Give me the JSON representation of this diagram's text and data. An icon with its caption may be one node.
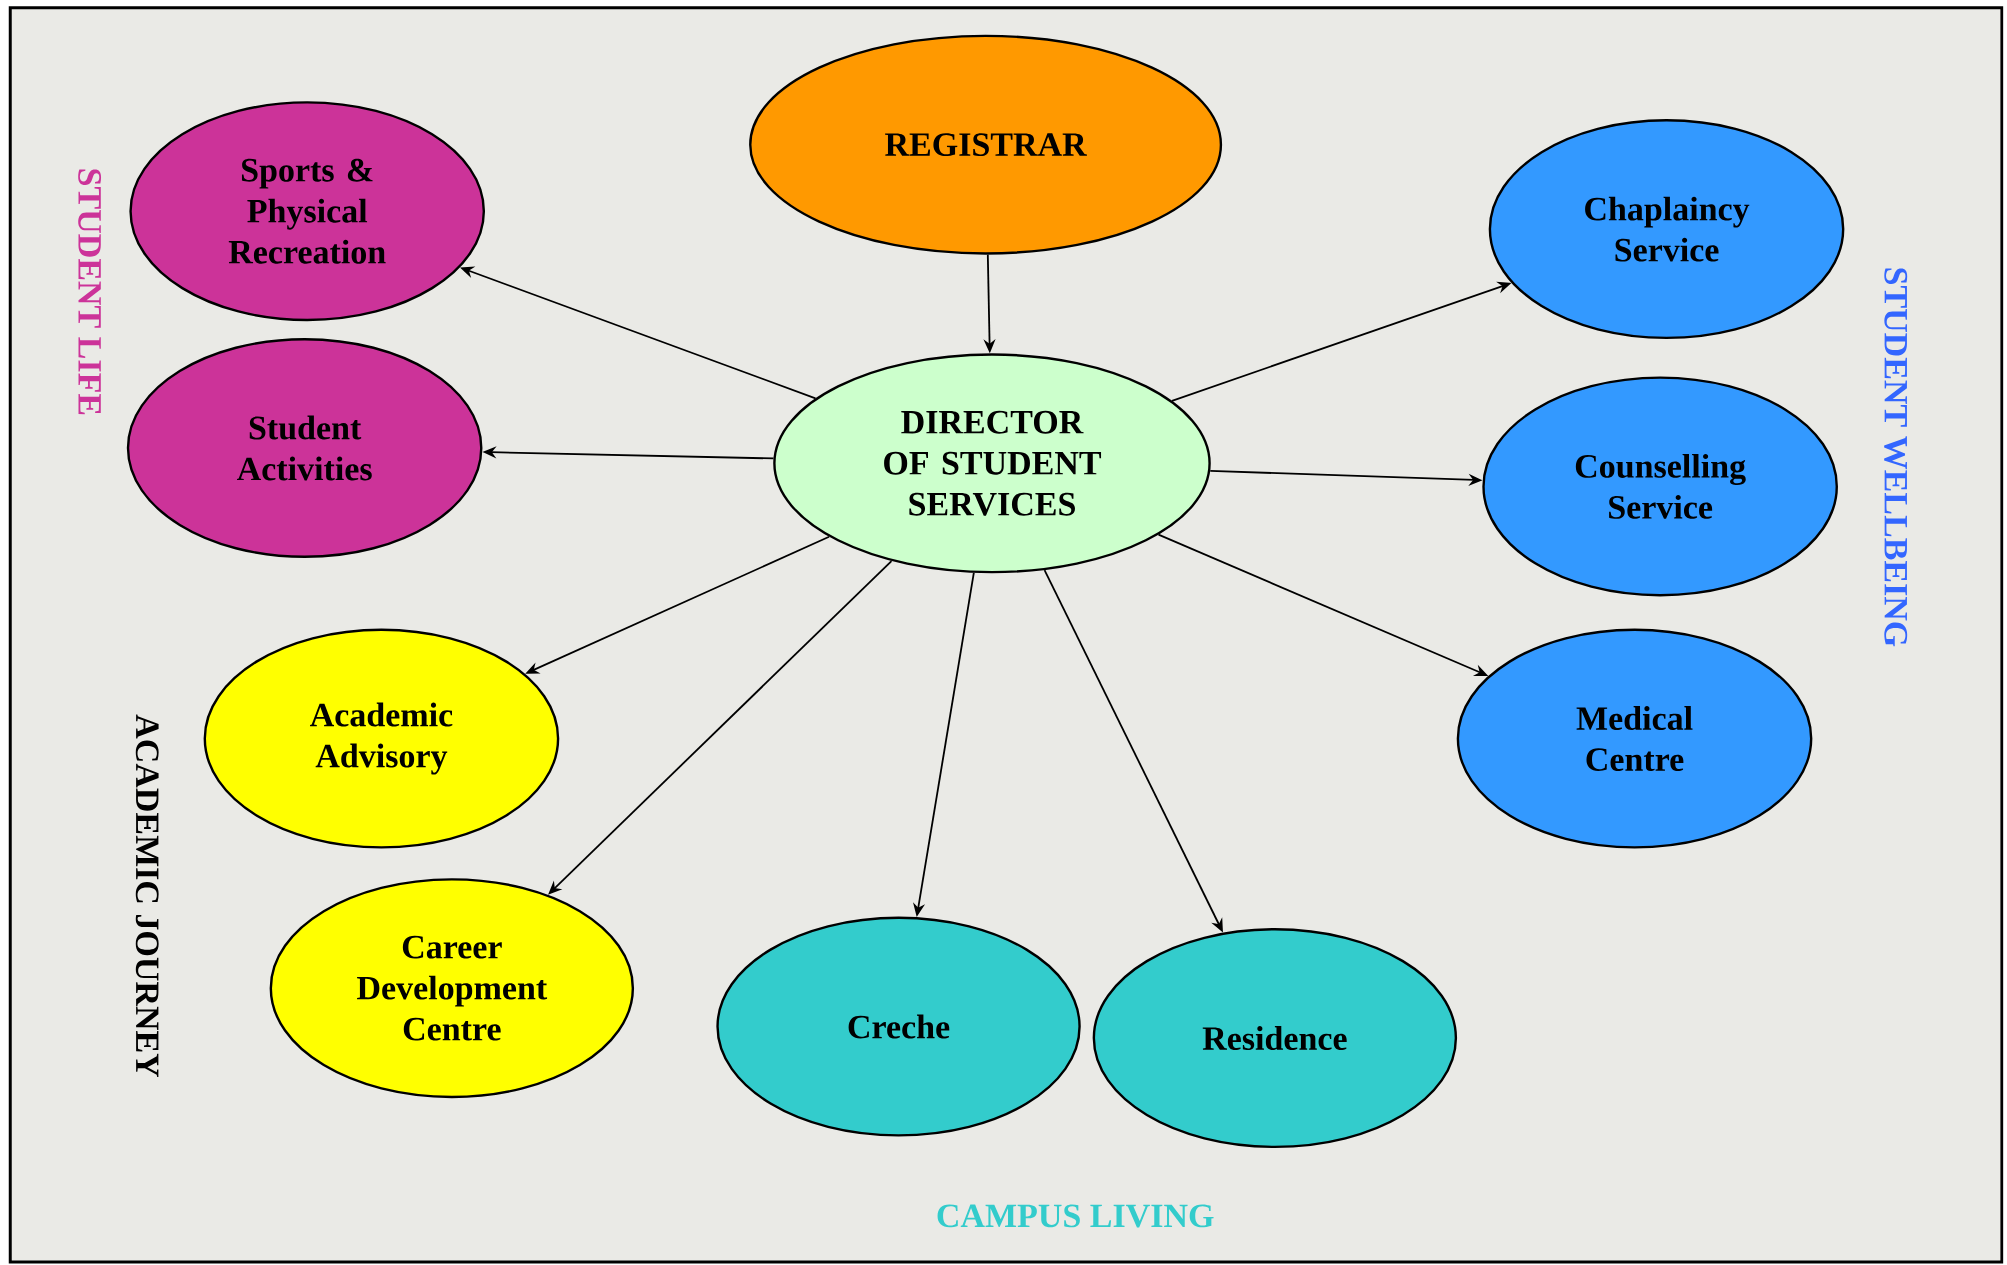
{
  "diagram": {
    "nodes": [
      {
        "text": [
          "REGISTRAR"
        ]
      },
      {
        "text": [
          "DIRECTOR OF STUDENT SERVICES"
        ]
      },
      {
        "text": [
          "Sports & Physical Recreation"
        ]
      },
      {
        "text": [
          "Student Activities"
        ]
      },
      {
        "text": [
          "Academic Advisory"
        ]
      },
      {
        "text": [
          "Career Development Centre"
        ]
      },
      {
        "text": [
          "Creche"
        ]
      },
      {
        "text": [
          "Residence"
        ]
      },
      {
        "text": [
          "Chaplaincy Service"
        ]
      },
      {
        "text": [
          "Counselling Service"
        ]
      },
      {
        "text": [
          "Medical Centre"
        ]
      }
    ],
    "edges": [
      {
        "from": 0,
        "to": 1,
        "arrow": "to"
      },
      {
        "from": 1,
        "to": 2,
        "arrow": "to"
      },
      {
        "from": 1,
        "to": 3,
        "arrow": "to"
      },
      {
        "from": 1,
        "to": 4,
        "arrow": "to"
      },
      {
        "from": 1,
        "to": 5,
        "arrow": "to"
      },
      {
        "from": 1,
        "to": 6,
        "arrow": "to"
      },
      {
        "from": 1,
        "to": 7,
        "arrow": "to"
      },
      {
        "from": 1,
        "to": 8,
        "arrow": "to"
      },
      {
        "from": 1,
        "to": 9,
        "arrow": "to"
      },
      {
        "from": 1,
        "to": 10,
        "arrow": "to"
      }
    ],
    "labels": [
      "STUDENT LIFE",
      "STUDENT WELLBEING",
      "ACADEMIC JOURNEY",
      "CAMPUS LIVING"
    ]
  }
}
